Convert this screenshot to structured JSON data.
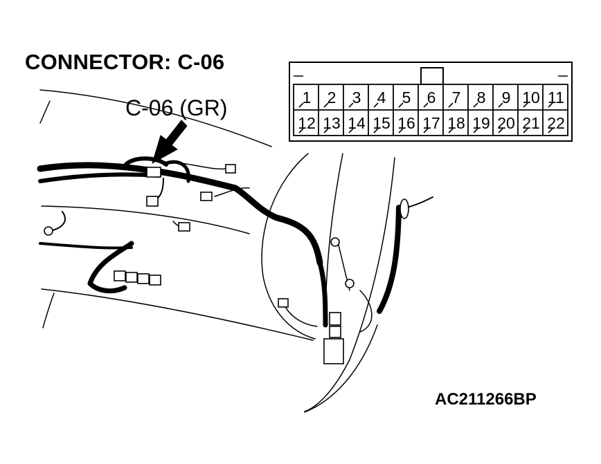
{
  "title": "CONNECTOR: C-06",
  "callout_label": "C-06 (GR)",
  "figure_code": "AC211266BP",
  "connector": {
    "top_row_pins": [
      "1",
      "2",
      "3",
      "4",
      "5",
      "6",
      "7",
      "8",
      "9",
      "10",
      "11"
    ],
    "bottom_row_pins": [
      "12",
      "13",
      "14",
      "15",
      "16",
      "17",
      "18",
      "19",
      "20",
      "21",
      "22"
    ]
  }
}
